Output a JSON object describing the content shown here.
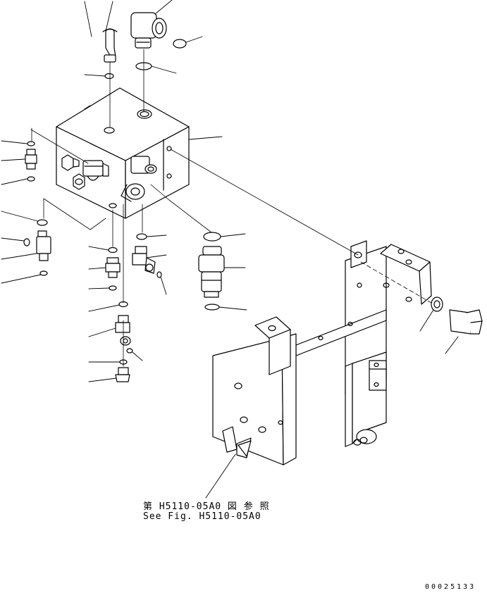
{
  "reference": {
    "jp": "第 H5110-05A0 図 参 照",
    "en": "See Fig. H5110-05A0"
  },
  "serial_number": "00025133"
}
